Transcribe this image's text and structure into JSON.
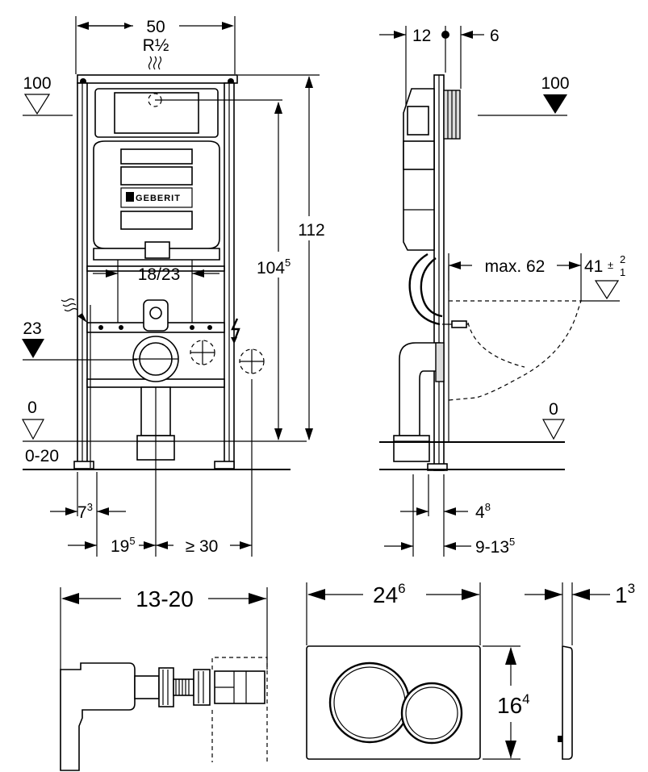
{
  "brand": "GEBERIT",
  "front_view": {
    "width": "50",
    "water_connection": "R½",
    "top_level": "100",
    "inlet_height": "23",
    "floor_level": "0",
    "floor_range": "0-20",
    "mount_spacing": "18/23",
    "height_total": "112",
    "height_frame": "104",
    "height_frame_sup": "5",
    "leg_offset": "7",
    "leg_offset_sup": "3",
    "center_offset": "19",
    "center_offset_sup": "5",
    "side_clearance": "≥ 30"
  },
  "side_view": {
    "frame_depth": "12",
    "plate_depth": "6",
    "top_level": "100",
    "bowl_projection": "max. 62",
    "bowl_height": "41",
    "tol_plus": "2",
    "tol_minus": "1",
    "floor_level": "0",
    "foot_depth": "4",
    "foot_depth_sup": "8",
    "wall_depth": "9-13",
    "wall_depth_sup": "5"
  },
  "detail_views": {
    "connector_length": "13-20",
    "plate_width": "24",
    "plate_width_sup": "6",
    "plate_height": "16",
    "plate_height_sup": "4",
    "plate_thickness": "1",
    "plate_thickness_sup": "3"
  }
}
